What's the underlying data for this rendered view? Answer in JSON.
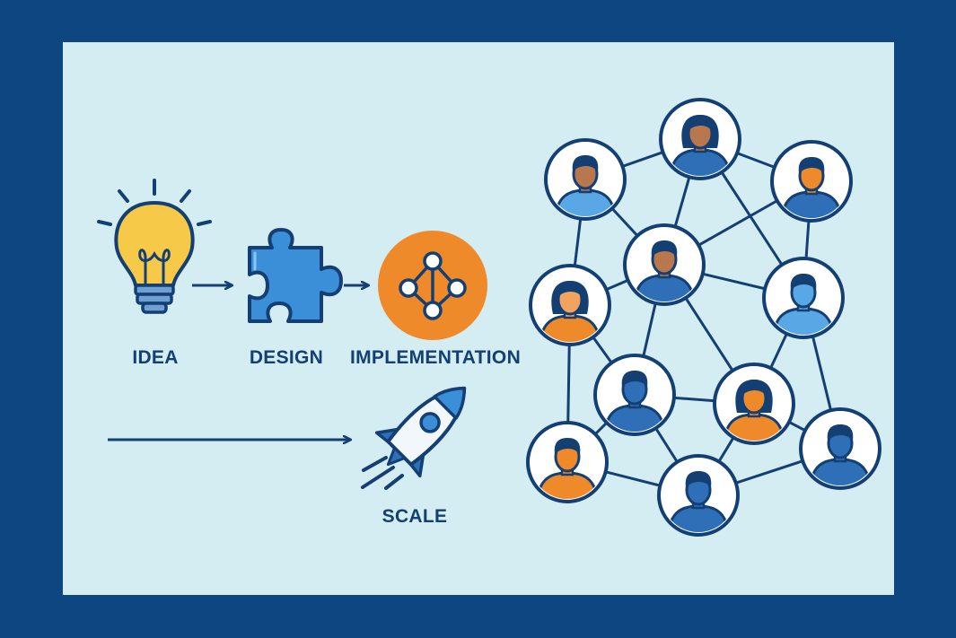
{
  "steps": {
    "idea": "IDEA",
    "design": "DESIGN",
    "implementation": "IMPLEMENTATION",
    "scale": "SCALE"
  },
  "colors": {
    "frame": "#0d4680",
    "panel": "#d4edf3",
    "line": "#143f73",
    "bulb": "#f7c948",
    "puzzle": "#3b8fd9",
    "orange": "#ef8a2a",
    "skin_brown": "#b9774d",
    "person_blue": "#2f6fb8",
    "person_light_blue": "#5aa7e6"
  },
  "icons": [
    "lightbulb-icon",
    "puzzle-piece-icon",
    "network-node-icon",
    "rocket-icon",
    "person-icon"
  ]
}
